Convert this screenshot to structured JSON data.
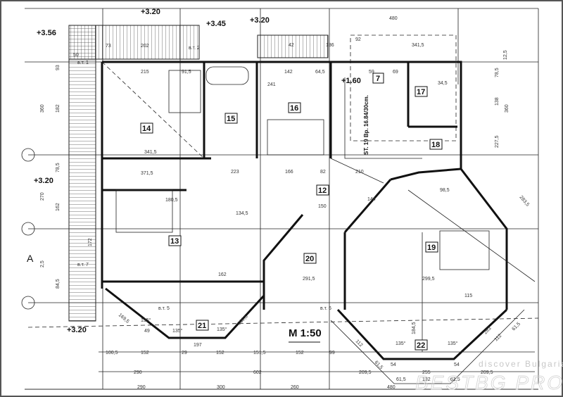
{
  "drawing": {
    "scale": "M 1:50",
    "stair_note": "ST. 19 Bp. 16.84/30cm.",
    "axis_label": "A",
    "levels": [
      "+3.56",
      "+3.20",
      "+3.45",
      "+3.20",
      "+3.20",
      "+3.20",
      "+1.60"
    ],
    "rooms": [
      "7",
      "12",
      "13",
      "14",
      "15",
      "16",
      "17",
      "18",
      "19",
      "20",
      "21",
      "22"
    ],
    "wall_markers": [
      "в.т. 1",
      "в.т. 2",
      "в.т. 5",
      "в.т. 6",
      "в.т. 7"
    ],
    "dimensions_top": [
      "480",
      "92",
      "341,5",
      "73",
      "202",
      "136",
      "42",
      "50"
    ],
    "dimensions_left": [
      "93",
      "360",
      "182",
      "78,5",
      "270",
      "162",
      "172",
      "84,5",
      "2,5"
    ],
    "dimensions_right": [
      "12,5",
      "78,5",
      "138",
      "360",
      "227,5",
      "283,5"
    ],
    "dimensions_interior": [
      "215",
      "91,5",
      "142",
      "64,5",
      "59",
      "69",
      "34,5",
      "341,5",
      "371,5",
      "223",
      "166",
      "82",
      "210",
      "150",
      "144",
      "291,5",
      "162",
      "115",
      "299,5",
      "98,5",
      "180,5",
      "134,5",
      "241"
    ],
    "dimensions_bottom_row1": [
      "100,5",
      "152",
      "29",
      "152",
      "151,5",
      "152",
      "99",
      "209,5",
      "255",
      "209,5"
    ],
    "dimensions_bottom_row2": [
      "290",
      "602",
      "61,5",
      "132",
      "61,5"
    ],
    "dimensions_bottom_row3": [
      "290",
      "300",
      "260",
      "480"
    ],
    "angles": [
      "135°",
      "135°",
      "135°",
      "135°",
      "135°"
    ],
    "bay_dimensions": [
      "49",
      "197",
      "169,5",
      "169,5",
      "54",
      "54",
      "61,5",
      "112",
      "283",
      "112",
      "61,5",
      "184,5"
    ]
  },
  "watermark": {
    "line1": "discover Bulgaria",
    "line2": "BESTBG PROPERTIES"
  }
}
